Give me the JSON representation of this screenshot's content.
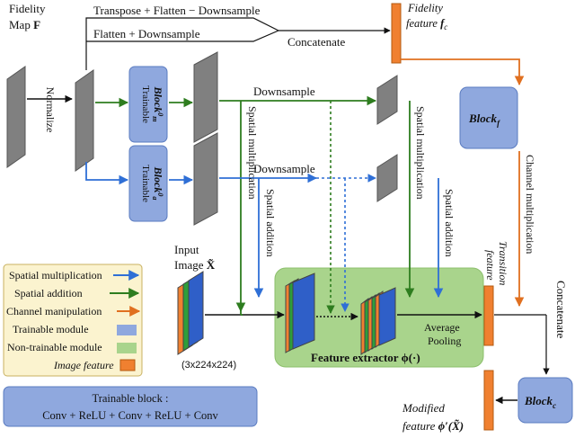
{
  "labels": {
    "fidelity_map_1": "Fidelity",
    "fidelity_map_2": "Map",
    "fidelity_map_F": "F",
    "normalize": "Normalize",
    "transpose_flatten": "Transpose  + Flatten − Downsample",
    "flatten_downsample": "Flatten + Downsample",
    "concatenate_top": "Concatenate",
    "fidelity_feature_1": "Fidelity",
    "fidelity_feature_2": "feature",
    "fidelity_feature_sym": "f",
    "fidelity_feature_sub": "c",
    "trainable_m": "Trainable",
    "block_m": "Block",
    "block_m_sup": "0",
    "block_m_sub": "m",
    "trainable_a": "Trainable",
    "block_a": "Block",
    "block_a_sup": "0",
    "block_a_sub": "a",
    "downsample_1": "Downsample",
    "downsample_2": "Downsample",
    "spatial_mult_1": "Spatial multiplication",
    "spatial_add_1": "Spatial addition",
    "spatial_mult_2": "Spatial multiplication",
    "spatial_add_2": "Spatial addition",
    "block_f": "Block",
    "block_f_sub": "f",
    "channel_mult": "Channel multiplication",
    "input_image_1": "Input",
    "input_image_2": "Image",
    "input_image_sym": "X̃",
    "input_dims": "(3x224x224)",
    "feature_extractor": "Feature extractor",
    "feature_extractor_sym": "ϕ(·)",
    "average_pooling_1": "Average",
    "average_pooling_2": "Pooling",
    "transition_1": "Transition",
    "transition_2": "feature",
    "concatenate_right": "Concatenate",
    "block_c": "Block",
    "block_c_sub": "c",
    "modified_1": "Modified",
    "modified_2": "feature",
    "modified_sym": "ϕ′(X̃)"
  },
  "legend": {
    "items": [
      {
        "label": "Spatial multiplication"
      },
      {
        "label": "Spatial addition"
      },
      {
        "label": "Channel manipulation"
      },
      {
        "label": "Trainable module"
      },
      {
        "label": "Non-trainable module"
      },
      {
        "label": "Image feature"
      }
    ]
  },
  "trainable_block": {
    "title": "Trainable block :",
    "formula": "Conv + ReLU  + Conv  + ReLU + Conv"
  },
  "colors": {
    "green": "#2e7d1f",
    "blue": "#2f6fd6",
    "orange": "#e07020",
    "trainable": "#8fa8de",
    "nontrainable": "#a9d48c",
    "feature": "#f08030",
    "gray": "#808080"
  }
}
